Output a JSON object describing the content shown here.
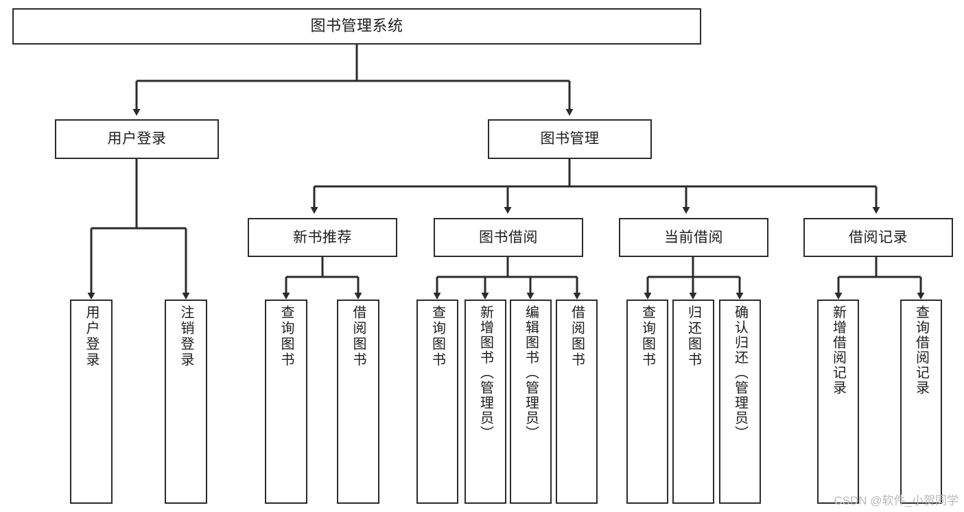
{
  "diagram": {
    "title": "图书管理系统",
    "type": "hierarchy-tree",
    "line_color": "#2b2b2b",
    "box_fill": "#ffffff",
    "text_color": "#1d1d1d",
    "root": {
      "label": "图书管理系统"
    },
    "level2": [
      {
        "label": "用户登录"
      },
      {
        "label": "图书管理"
      }
    ],
    "level3": [
      {
        "label": "新书推荐"
      },
      {
        "label": "图书借阅"
      },
      {
        "label": "当前借阅"
      },
      {
        "label": "借阅记录"
      }
    ],
    "leaves": {
      "user_login": [
        {
          "label": "用户登录"
        },
        {
          "label": "注销登录"
        }
      ],
      "new_book_recommend": [
        {
          "label": "查询图书"
        },
        {
          "label": "借阅图书"
        }
      ],
      "book_borrow": [
        {
          "label": "查询图书"
        },
        {
          "label": "新增图书（管理员）"
        },
        {
          "label": "编辑图书（管理员）"
        },
        {
          "label": "借阅图书"
        }
      ],
      "current_borrow": [
        {
          "label": "查询图书"
        },
        {
          "label": "归还图书"
        },
        {
          "label": "确认归还（管理员）"
        }
      ],
      "borrow_record": [
        {
          "label": "新增借阅记录"
        },
        {
          "label": "查询借阅记录"
        }
      ]
    }
  },
  "watermark": {
    "text": "CSDN @软件_小贺同学",
    "color": "#b8b8b8"
  }
}
